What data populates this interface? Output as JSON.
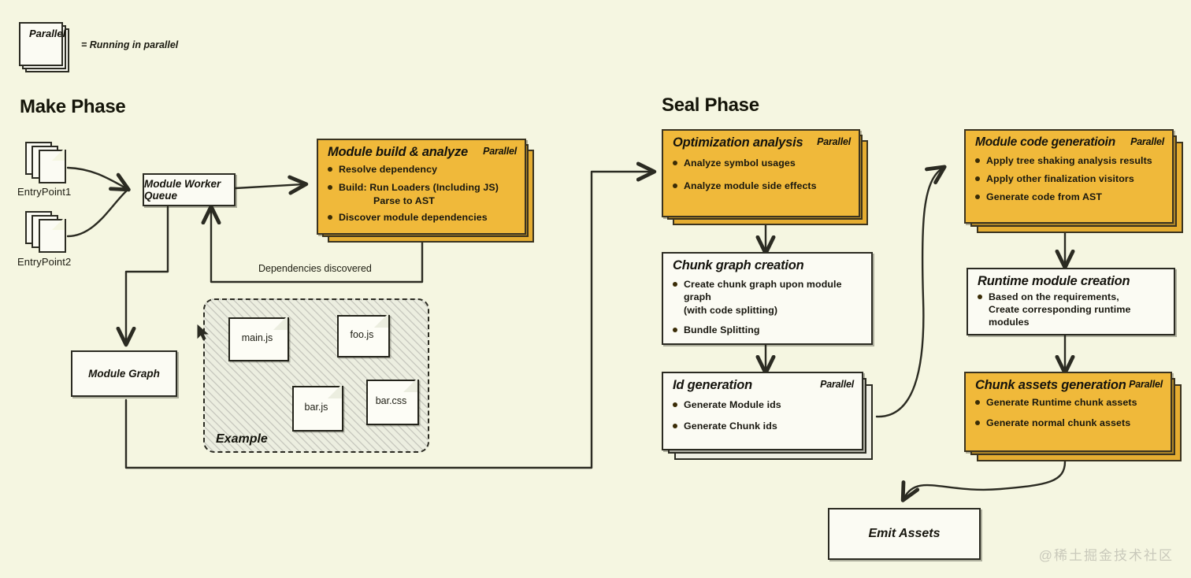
{
  "legend": {
    "card_label": "Parallel",
    "description": "= Running in parallel"
  },
  "phases": {
    "make": "Make Phase",
    "seal": "Seal Phase"
  },
  "entry_points": [
    {
      "label": "EntryPoint1",
      "icon": "file-stack-icon"
    },
    {
      "label": "EntryPoint2",
      "icon": "file-stack-icon"
    }
  ],
  "nodes": {
    "module_worker_queue": {
      "title": "Module Worker Queue"
    },
    "module_graph": {
      "title": "Module Graph"
    },
    "module_build_analyze": {
      "title": "Module build & analyze",
      "tag": "Parallel",
      "items": [
        "Resolve dependency",
        "Build: Run Loaders (Including JS)",
        "Parse to AST",
        "Discover module dependencies"
      ]
    },
    "optimization_analysis": {
      "title": "Optimization analysis",
      "tag": "Parallel",
      "items": [
        "Analyze symbol usages",
        "Analyze module side effects"
      ]
    },
    "chunk_graph_creation": {
      "title": "Chunk graph creation",
      "items": [
        "Create chunk graph upon module graph",
        "(with code splitting)",
        "Bundle Splitting"
      ]
    },
    "id_generation": {
      "title": "Id generation",
      "tag": "Parallel",
      "items": [
        "Generate Module ids",
        "Generate Chunk ids"
      ]
    },
    "module_code_generation": {
      "title": "Module code generatioin",
      "tag": "Parallel",
      "items": [
        "Apply tree shaking analysis results",
        "Apply other finalization visitors",
        "Generate code from AST"
      ]
    },
    "runtime_module_creation": {
      "title": "Runtime module creation",
      "items": [
        "Based on the requirements,",
        "Create corresponding runtime modules"
      ]
    },
    "chunk_assets_generation": {
      "title": "Chunk assets generation",
      "tag": "Parallel",
      "items": [
        "Generate Runtime chunk assets",
        "Generate normal chunk assets"
      ]
    },
    "emit_assets": {
      "title": "Emit Assets"
    }
  },
  "example": {
    "label": "Example",
    "files": [
      {
        "name": "main.js"
      },
      {
        "name": "foo.js"
      },
      {
        "name": "bar.js"
      },
      {
        "name": "bar.css"
      }
    ]
  },
  "edges": {
    "dependencies_discovered": "Dependencies discovered"
  },
  "watermark": "@稀土掘金技术社区",
  "colors": {
    "background": "#f5f6e1",
    "orange": "#f0b93a",
    "orange_dark": "#e5ad31",
    "ink": "#2b2b22",
    "white_card": "#fbfbf3"
  }
}
